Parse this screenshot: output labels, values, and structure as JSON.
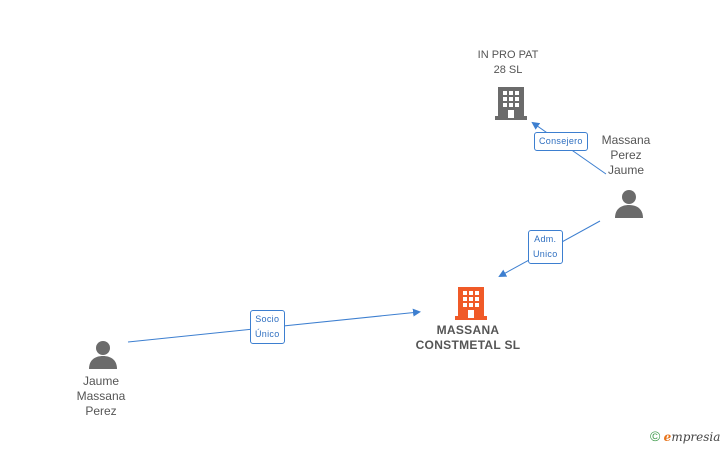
{
  "nodes": {
    "inpropat": {
      "label": "IN PRO PAT\n28  SL"
    },
    "massana_perez_jaume": {
      "label": "Massana\nPerez\nJaume"
    },
    "massana_constmetal": {
      "label": "MASSANA\nCONSTMETAL SL"
    },
    "jaume_massana_perez": {
      "label": "Jaume\nMassana\nPerez"
    }
  },
  "edges": {
    "consejero": {
      "label": "Consejero"
    },
    "adm_unico": {
      "label": "Adm.\nUnico"
    },
    "socio_unico": {
      "label": "Socio\nÚnico"
    }
  },
  "colors": {
    "company": "#6b6b6b",
    "main_company": "#f05a28",
    "person": "#6b6b6b",
    "edge": "#3d7fd0"
  },
  "brand": {
    "copyright": "©",
    "e": "e",
    "rest": "mpresia"
  }
}
